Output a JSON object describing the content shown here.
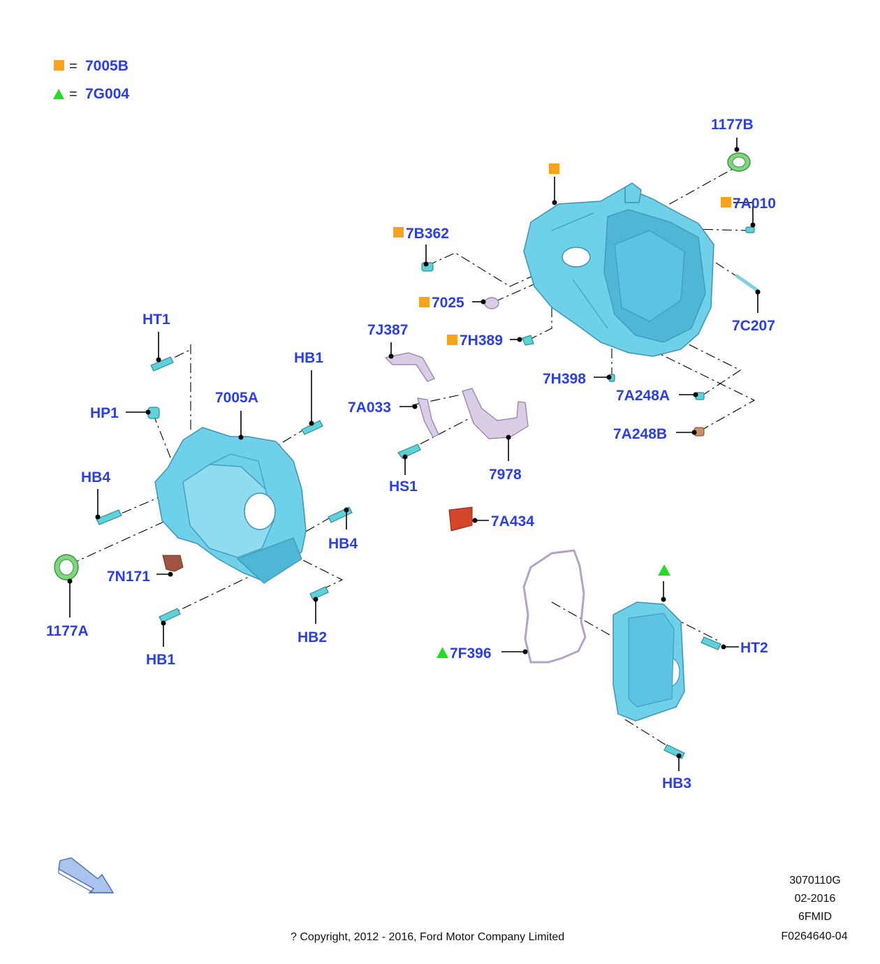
{
  "legend": [
    {
      "marker": "orange-square",
      "color": "#f9a21c",
      "text": "7005B"
    },
    {
      "marker": "green-triangle",
      "color": "#22dd22",
      "text": "7G004"
    }
  ],
  "parts": {
    "p1177B": "1177B",
    "p7A010": "7A010",
    "p7B362": "7B362",
    "p7025": "7025",
    "p7C207": "7C207",
    "p7J387": "7J387",
    "p7H389": "7H389",
    "p7H398": "7H398",
    "p7A248A": "7A248A",
    "p7A248B": "7A248B",
    "pHT1": "HT1",
    "pHB1a": "HB1",
    "p7005A": "7005A",
    "pHP1": "HP1",
    "p7A033": "7A033",
    "pHB4a": "HB4",
    "pHS1": "HS1",
    "p7978": "7978",
    "p7A434": "7A434",
    "pHB4b": "HB4",
    "p7N171": "7N171",
    "p1177A": "1177A",
    "pHB2": "HB2",
    "pHB1b": "HB1",
    "p7F396": "7F396",
    "pHT2": "HT2",
    "pHB3": "HB3"
  },
  "footer": {
    "copyright": "? Copyright, 2012 - 2016, Ford Motor Company Limited",
    "code1": "3070110G",
    "code2": "02-2016",
    "code3": "6FMID",
    "code4": "F0264640-04"
  },
  "colors": {
    "label": "#2a3fe0",
    "case": "#6fd0ea",
    "bolt": "#5ed2d8"
  }
}
